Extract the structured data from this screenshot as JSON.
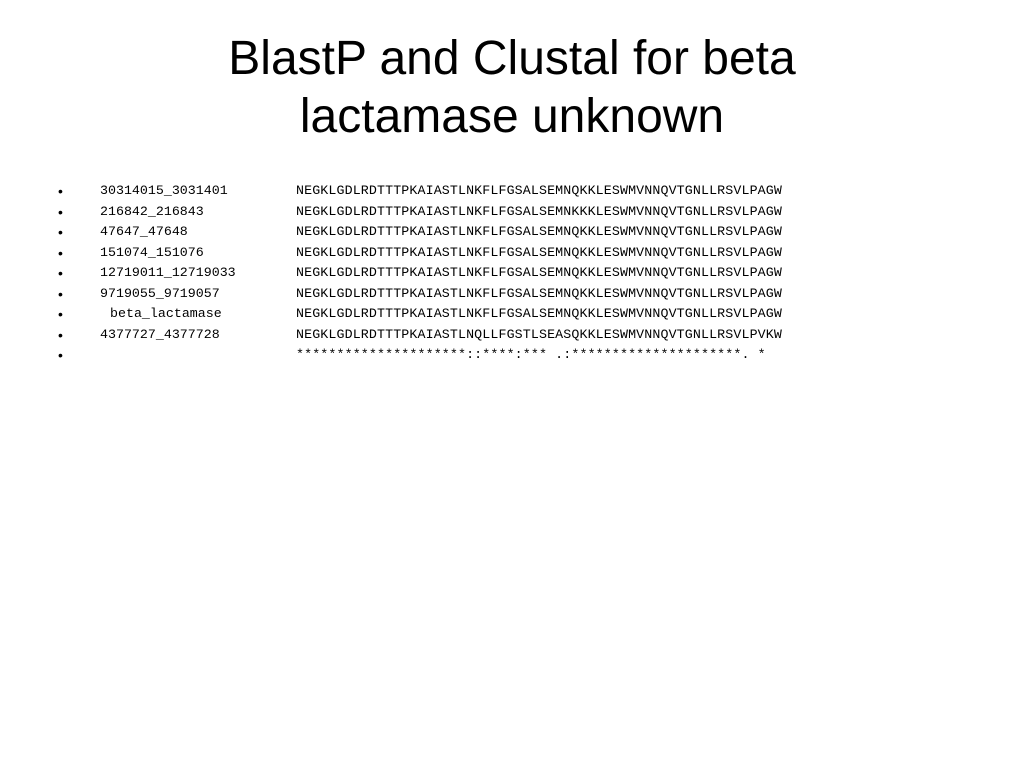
{
  "slide": {
    "title_line1": "BlastP and Clustal for beta",
    "title_line2": "lactamase unknown",
    "bullet_glyph": "•",
    "alignment": [
      {
        "id": "30314015_3031401",
        "sequence": "NEGKLGDLRDTTTPKAIASTLNKFLFGSALSEMNQKKLESWMVNNQVTGNLLRSVLPAGW"
      },
      {
        "id": "216842_216843",
        "sequence": "NEGKLGDLRDTTTPKAIASTLNKFLFGSALSEMNKKKLESWMVNNQVTGNLLRSVLPAGW"
      },
      {
        "id": "47647_47648",
        "sequence": "NEGKLGDLRDTTTPKAIASTLNKFLFGSALSEMNQKKLESWMVNNQVTGNLLRSVLPAGW"
      },
      {
        "id": "151074_151076",
        "sequence": "NEGKLGDLRDTTTPKAIASTLNKFLFGSALSEMNQKKLESWMVNNQVTGNLLRSVLPAGW"
      },
      {
        "id": "12719011_12719033",
        "sequence": "NEGKLGDLRDTTTPKAIASTLNKFLFGSALSEMNQKKLESWMVNNQVTGNLLRSVLPAGW"
      },
      {
        "id": "9719055_9719057",
        "sequence": "NEGKLGDLRDTTTPKAIASTLNKFLFGSALSEMNQKKLESWMVNNQVTGNLLRSVLPAGW"
      },
      {
        "id": "beta_lactamase",
        "sequence": "NEGKLGDLRDTTTPKAIASTLNKFLFGSALSEMNQKKLESWMVNNQVTGNLLRSVLPAGW"
      },
      {
        "id": "4377727_4377728",
        "sequence": "NEGKLGDLRDTTTPKAIASTLNQLLFGSTLSEASQKKLESWMVNNQVTGNLLRSVLPVKW"
      }
    ],
    "consensus": "*********************::****:*** .:*********************. *"
  }
}
